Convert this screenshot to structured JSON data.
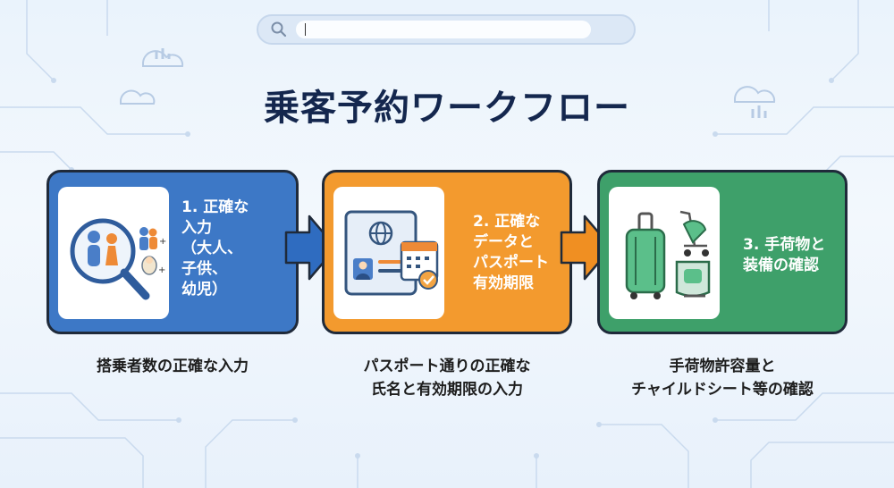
{
  "search": {
    "placeholder": "",
    "icon": "search-icon"
  },
  "title": "乗客予約ワークフロー",
  "steps": [
    {
      "label": "1. 正確な\n入力\n（大人、\n子供、\n幼児）",
      "caption": "搭乗者数の正確な入力",
      "color": "#3d78c6",
      "icon": "passenger-magnifier-icon"
    },
    {
      "label": "2. 正確な\nデータと\nパスポート\n有効期限",
      "caption": "パスポート通りの正確な\n氏名と有効期限の入力",
      "color": "#f39a2e",
      "icon": "passport-calendar-icon"
    },
    {
      "label": "3. 手荷物と\n装備の確認",
      "caption": "手荷物許容量と\nチャイルドシート等の確認",
      "color": "#3ea06a",
      "icon": "luggage-stroller-icon"
    }
  ]
}
